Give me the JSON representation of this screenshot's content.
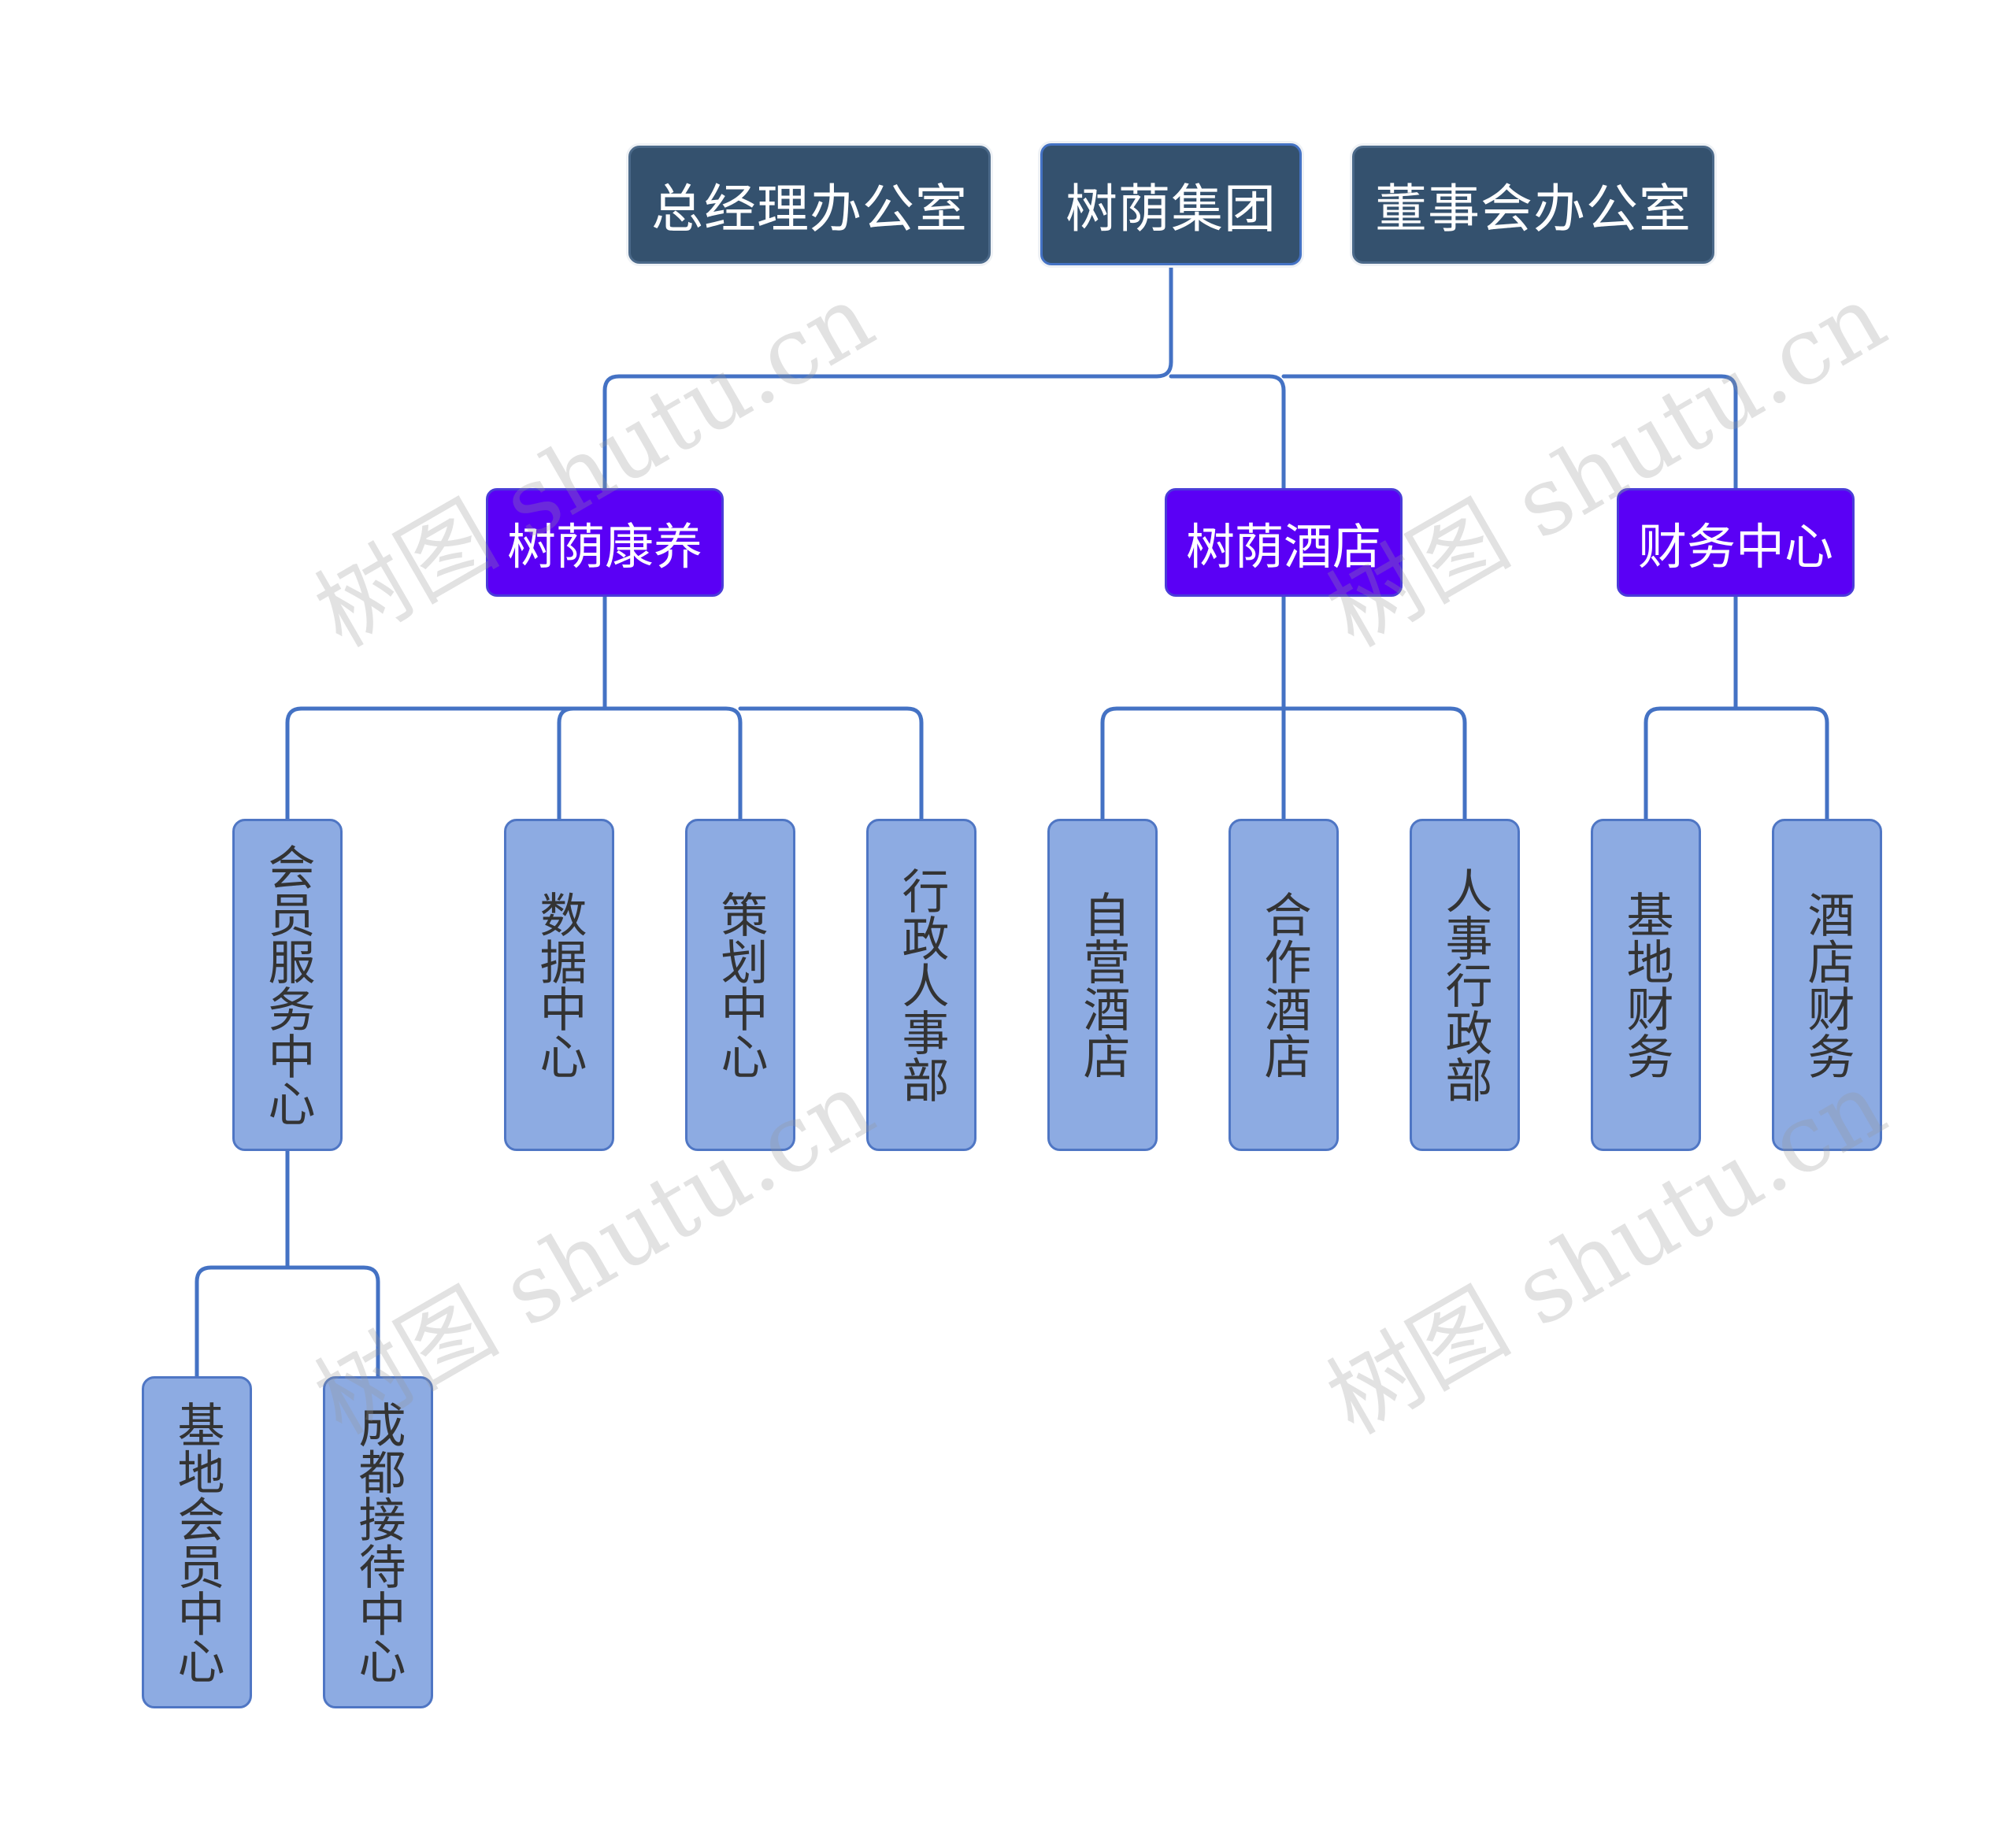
{
  "watermark_text": "树图 shutu.cn",
  "colors": {
    "connector": "#4472c4",
    "top_fill": "#34516e",
    "level1_fill": "#5a00f5",
    "leaf_fill": "#8dabe2",
    "leaf_text": "#333333"
  },
  "tree": {
    "root": "树荫集团",
    "side_offices": [
      "总经理办公室",
      "董事会办公室"
    ],
    "divisions": [
      {
        "label": "树荫康养",
        "children": [
          {
            "label": "会员服务中心",
            "children": [
              "基地会员中心",
              "成都接待中心"
            ]
          },
          {
            "label": "数据中心"
          },
          {
            "label": "策划中心"
          },
          {
            "label": "行政人事部"
          }
        ]
      },
      {
        "label": "树荫酒店",
        "children": [
          {
            "label": "自营酒店"
          },
          {
            "label": "合作酒店"
          },
          {
            "label": "人事行政部"
          }
        ]
      },
      {
        "label": "财务中心",
        "children": [
          {
            "label": "基地财务"
          },
          {
            "label": "酒店财务"
          }
        ]
      }
    ]
  }
}
